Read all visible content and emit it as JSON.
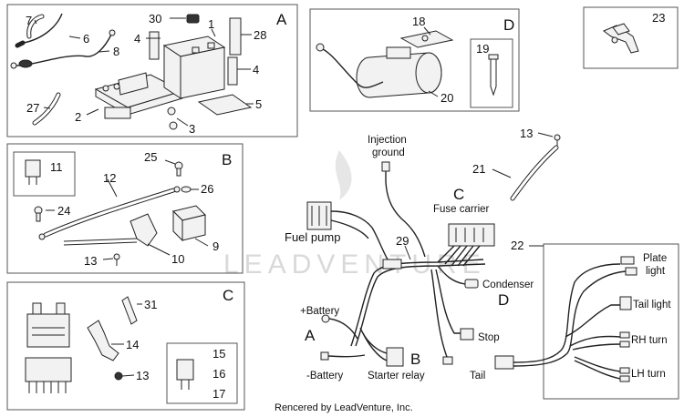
{
  "sections": {
    "a": "A",
    "b": "B",
    "c": "C",
    "d": "D",
    "wiring_a": "A",
    "wiring_b": "B",
    "wiring_c": "C",
    "wiring_d": "D"
  },
  "callouts": {
    "p1": "1",
    "p2": "2",
    "p3": "3",
    "p4a": "4",
    "p4b": "4",
    "p5": "5",
    "p6": "6",
    "p7": "7",
    "p8": "8",
    "p9": "9",
    "p10": "10",
    "p11": "11",
    "p12": "12",
    "p13a": "13",
    "p13b": "13",
    "p13c": "13",
    "p14": "14",
    "p15": "15",
    "p16": "16",
    "p17": "17",
    "p18": "18",
    "p19": "19",
    "p20": "20",
    "p21": "21",
    "p22": "22",
    "p23": "23",
    "p24": "24",
    "p25": "25",
    "p26": "26",
    "p27": "27",
    "p28": "28",
    "p29": "29",
    "p30": "30",
    "p31": "31"
  },
  "wiring_labels": {
    "injection_ground_1": "Injection",
    "injection_ground_2": "ground",
    "fuse_carrier": "Fuse carrier",
    "fuel_pump": "Fuel pump",
    "condenser": "Condenser",
    "plus_battery": "+Battery",
    "minus_battery": "-Battery",
    "stop": "Stop",
    "tail": "Tail",
    "starter_relay": "Starter relay",
    "plate_light_1": "Plate",
    "plate_light_2": "light",
    "tail_light": "Tail light",
    "rh_turn": "RH turn",
    "lh_turn": "LH turn"
  },
  "footer": "Rencered by LeadVenture, Inc.",
  "watermark": "LEADVENTURE",
  "colors": {
    "line": "#222222",
    "box": "#555555",
    "watermark": "#d9d9d9",
    "background": "#ffffff"
  }
}
